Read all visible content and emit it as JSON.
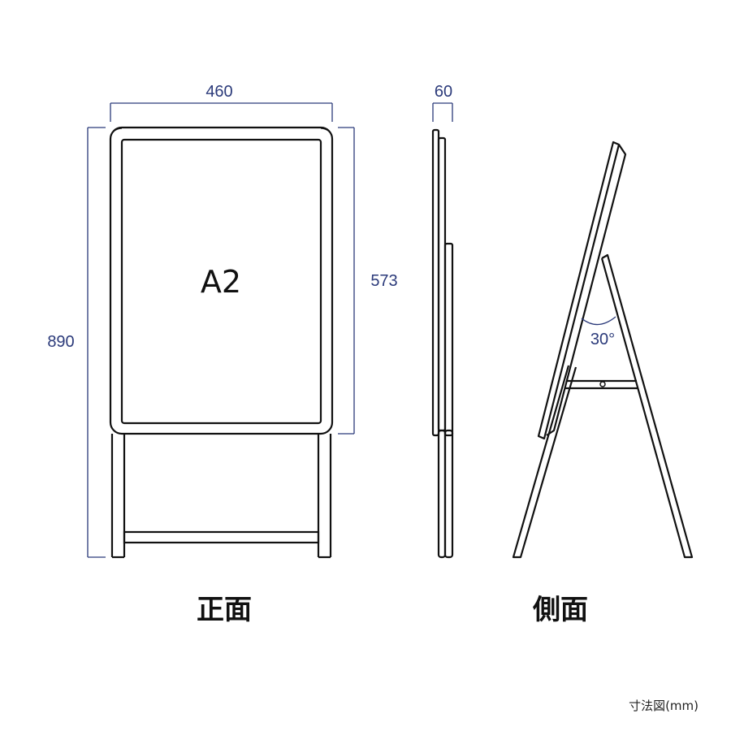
{
  "front_view": {
    "caption": "正面",
    "paper_size": "A2",
    "dim_width": "460",
    "dim_height_total": "890",
    "dim_height_frame": "573"
  },
  "side_view": {
    "caption": "側面",
    "dim_depth": "60",
    "angle": "30°"
  },
  "footer_note": "寸法図(mm)",
  "colors": {
    "frame": "#111111",
    "dimension": "#2b3a7a",
    "background": "#ffffff"
  }
}
